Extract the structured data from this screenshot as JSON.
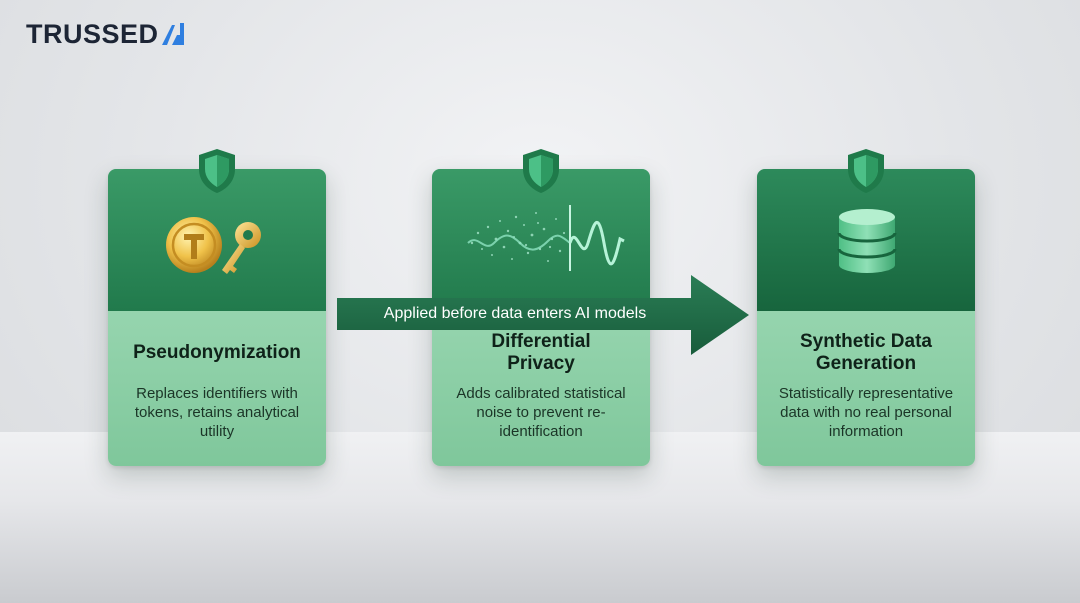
{
  "logo": {
    "text": "TRUSSED"
  },
  "cards": [
    {
      "title": "Pseudonymization",
      "description": "Replaces identifiers with tokens, retains analytical utility"
    },
    {
      "title": "Differential Privacy",
      "description": "Adds calibrated statistical noise to prevent re-identification"
    },
    {
      "title": "Synthetic Data Generation",
      "description": "Statistically representative data with no real personal information"
    }
  ],
  "arrow": {
    "label": "Applied before data enters AI models"
  },
  "colors": {
    "card_dark": "#217a4c",
    "card_light": "#a8dcbc",
    "arrow": "#1e6a47",
    "logo_text": "#1d2535",
    "logo_accent": "#2f7fe0"
  },
  "icons": [
    "shield-icon",
    "token-coin-icon",
    "key-icon",
    "noise-wave-icon",
    "database-icon"
  ]
}
